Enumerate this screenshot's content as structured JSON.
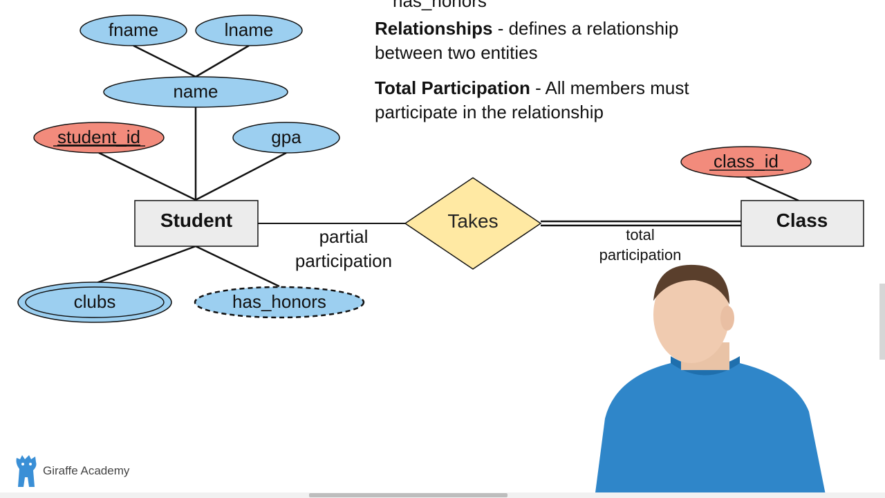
{
  "clipped_top_text": "has_honors",
  "notes": {
    "relationships_term": "Relationships",
    "relationships_def": " - defines a relationship between two entities",
    "total_term": "Total Participation",
    "total_def": " - All members must participate in the relationship"
  },
  "entities": {
    "student": "Student",
    "class": "Class"
  },
  "relationship": {
    "takes": "Takes"
  },
  "attributes": {
    "fname": "fname",
    "lname": "lname",
    "name": "name",
    "student_id": "student_id",
    "gpa": "gpa",
    "clubs": "clubs",
    "has_honors": "has_honors",
    "class_id": "class_id"
  },
  "participation": {
    "partial_line1": "partial",
    "partial_line2": "participation",
    "total_line1": "total",
    "total_line2": "participation"
  },
  "brand": {
    "name": "Giraffe Academy"
  },
  "colors": {
    "attribute_fill": "#9ccff0",
    "key_attribute_fill": "#f28b7c",
    "entity_fill": "#ececec",
    "relationship_fill": "#ffe9a3",
    "presenter_shirt": "#2f86c9",
    "brand_icon": "#3a8fd6"
  }
}
